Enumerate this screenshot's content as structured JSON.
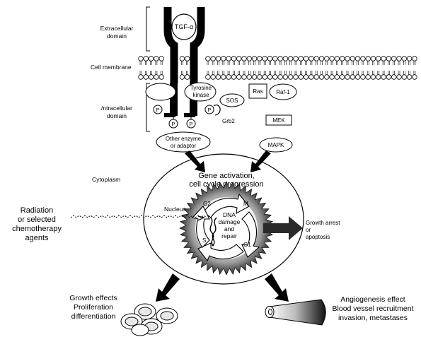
{
  "labels": {
    "extracellular_domain_1": "Extracellular",
    "extracellular_domain_2": "domain",
    "cell_membrane": "Cell membrane",
    "intracellular_domain_1": "/ntracellular",
    "intracellular_domain_2": "domain",
    "cytoplasm": "Cytoplasm",
    "nucleus": "Nucleus"
  },
  "receptor": {
    "ligand": "TGF-α",
    "kinase_1": "Tyrosine",
    "kinase_2": "kinase",
    "phospho": "P"
  },
  "signaling": {
    "sos": "SOS",
    "ras": "Ras",
    "raf": "Raf-1",
    "grb2": "Grb2",
    "mek": "MEK",
    "mapk": "MAPK",
    "other_enzyme_1": "Other enzyme",
    "other_enzyme_2": "or adaptor"
  },
  "nucleus_content": {
    "gene_activation_1": "Gene activation,",
    "gene_activation_2": "cell cycle progression",
    "dna_1": "DNA",
    "dna_2": "damage",
    "dna_3": "and",
    "dna_4": "repair",
    "phase_g2": "G2",
    "phase_m": "M",
    "phase_s": "S",
    "phase_g1": "G1"
  },
  "inputs": {
    "radiation_1": "Radiation",
    "radiation_2": "or selected",
    "radiation_3": "chemotherapy",
    "radiation_4": "agents"
  },
  "outcomes": {
    "growth_arrest_1": "Growth arrest",
    "growth_arrest_2": "or",
    "growth_arrest_3": "apoptosis",
    "growth_effects_1": "Growth effects",
    "growth_effects_2": "Proliferation",
    "growth_effects_3": "differentiation",
    "angio_1": "Angiogenesis effect",
    "angio_2": "Blood vessel recruitment",
    "angio_3": "invasion, metastases"
  }
}
